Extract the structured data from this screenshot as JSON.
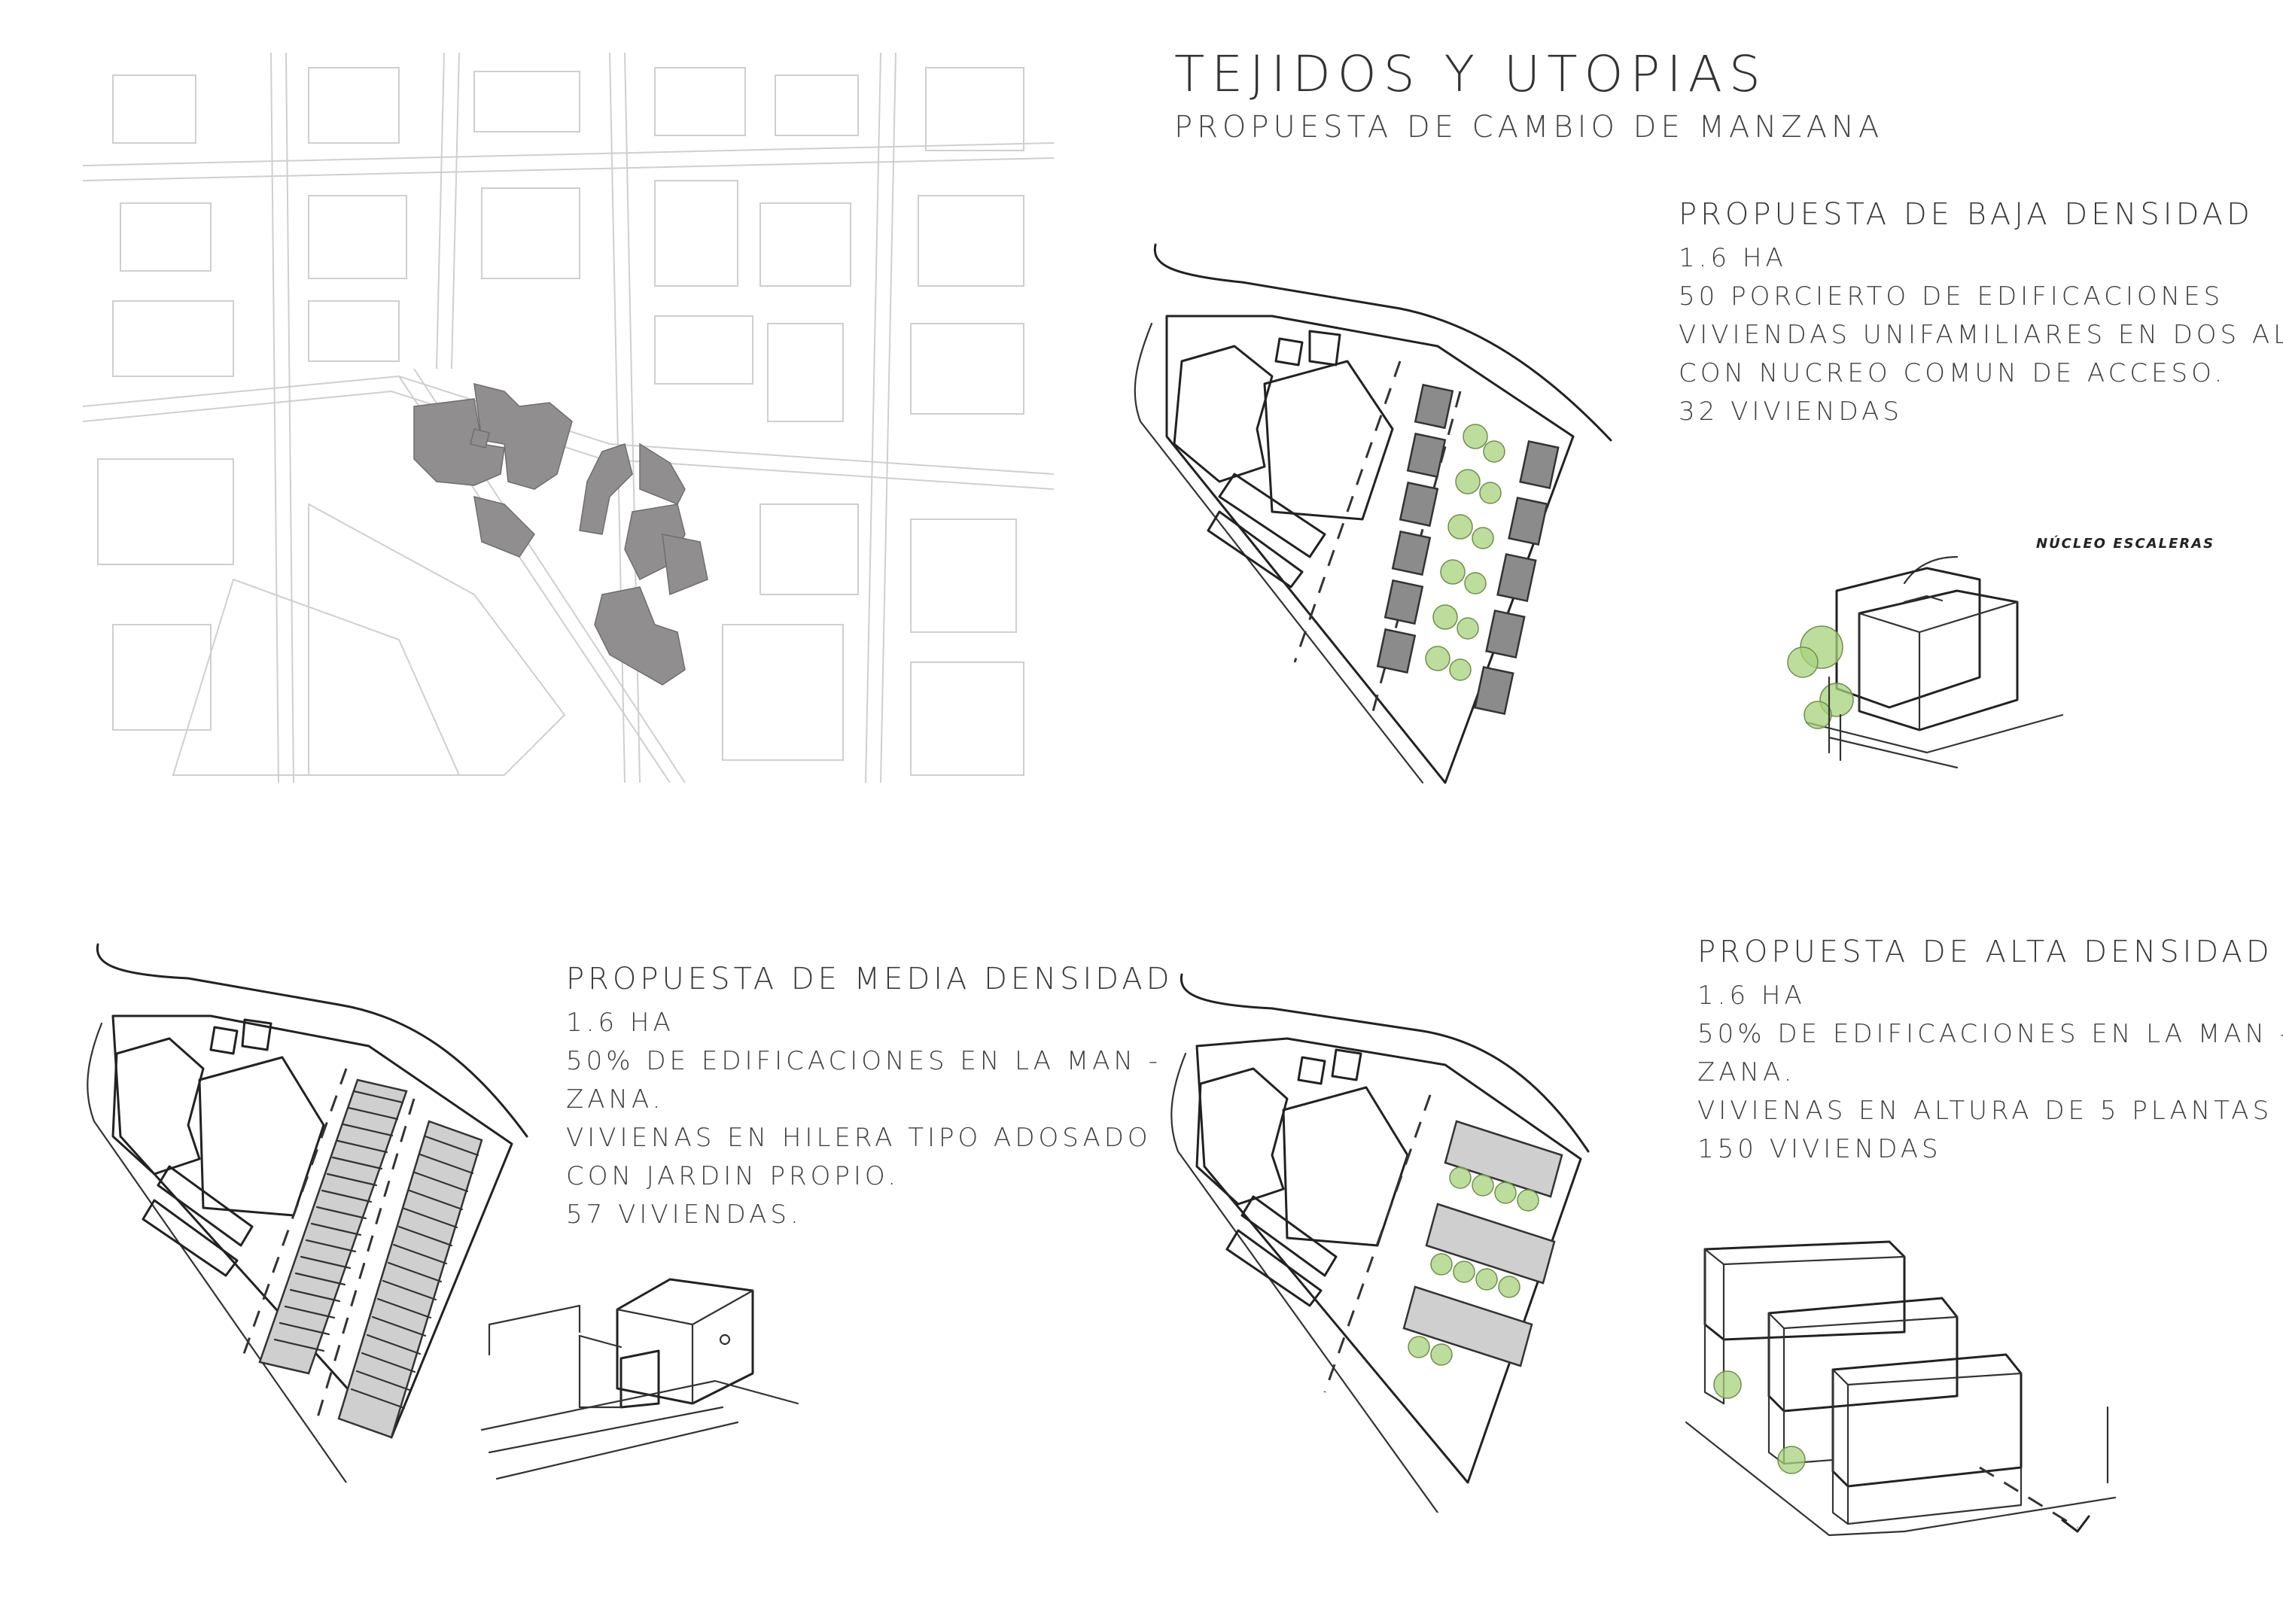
{
  "header": {
    "title": "TEJIDOS Y UTOPIAS",
    "subtitle": "PROPUESTA DE CAMBIO DE MANZANA"
  },
  "baja": {
    "heading": "PROPUESTA DE BAJA DENSIDAD",
    "lines": [
      "1.6 HA",
      "50 PORCIERTO DE EDIFICACIONES",
      "VIVIENDAS UNIFAMILIARES EN DOS ALTURAS",
      "CON NUCREO COMUN DE ACCESO.",
      "32 VIVIENDAS"
    ],
    "annotation": "NÚCLEO ESCALERAS"
  },
  "media": {
    "heading": "PROPUESTA DE MEDIA DENSIDAD",
    "lines": [
      "1.6 HA",
      "50% DE EDIFICACIONES EN LA MAN -",
      "ZANA.",
      "VIVIENAS EN HILERA TIPO ADOSADO",
      "CON JARDIN PROPIO.",
      "57 VIVIENDAS."
    ]
  },
  "alta": {
    "heading": "PROPUESTA DE ALTA DENSIDAD",
    "lines": [
      "1.6 HA",
      "50% DE EDIFICACIONES EN LA MAN -",
      "ZANA.",
      "VIVIENAS EN ALTURA DE 5 PLANTAS",
      "150 VIVIENDAS"
    ]
  },
  "colors": {
    "building_fill": "#918e8f",
    "tree_green": "#a7d17c",
    "map_line": "#cfcfcf"
  }
}
